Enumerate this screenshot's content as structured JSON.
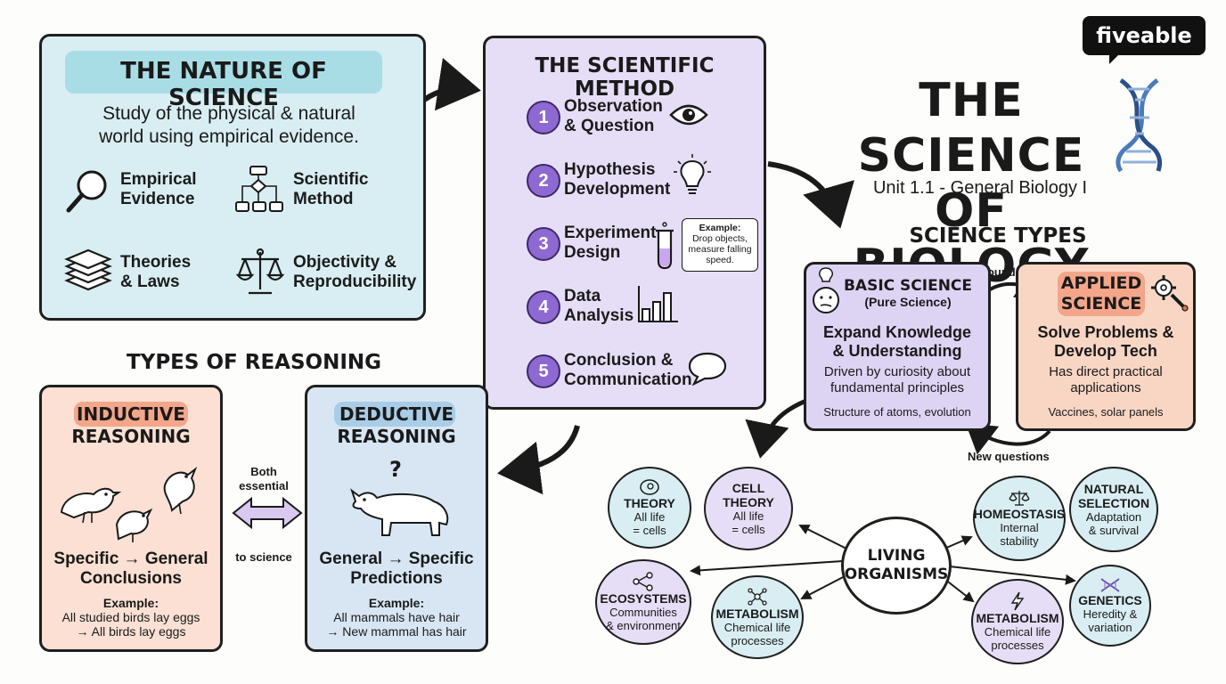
{
  "brand": {
    "logo_text": "fiveable"
  },
  "header": {
    "title_line1": "THE SCIENCE",
    "title_line2": "OF BIOLOGY",
    "subtitle": "Unit 1.1 - General Biology I"
  },
  "nature": {
    "title": "THE NATURE OF SCIENCE",
    "desc_line1": "Study of the physical & natural",
    "desc_line2": "world using empirical evidence.",
    "items": [
      {
        "l1": "Empirical",
        "l2": "Evidence",
        "icon": "magnifier-icon"
      },
      {
        "l1": "Scientific",
        "l2": "Method",
        "icon": "flowchart-icon"
      },
      {
        "l1": "Theories",
        "l2": "& Laws",
        "icon": "layers-icon"
      },
      {
        "l1": "Objectivity &",
        "l2": "Reproducibility",
        "icon": "scales-icon"
      }
    ]
  },
  "method": {
    "title": "THE SCIENTIFIC METHOD",
    "steps": [
      {
        "n": "1",
        "l1": "Observation",
        "l2": "& Question",
        "icon": "eye-icon"
      },
      {
        "n": "2",
        "l1": "Hypothesis",
        "l2": "Development",
        "icon": "lightbulb-icon"
      },
      {
        "n": "3",
        "l1": "Experiment",
        "l2": "Design",
        "icon": "test-tube-icon"
      },
      {
        "n": "4",
        "l1": "Data",
        "l2": "Analysis",
        "icon": "bar-chart-icon"
      },
      {
        "n": "5",
        "l1": "Conclusion &",
        "l2": "Communication",
        "icon": "speech-bubble-icon"
      }
    ],
    "example": {
      "label": "Example:",
      "l1": "Drop objects,",
      "l2": "measure falling",
      "l3": "speed."
    }
  },
  "reasoning": {
    "title": "TYPES OF REASONING",
    "inductive": {
      "t1": "INDUCTIVE",
      "t2": "REASONING",
      "m1": "Specific → General",
      "m2": "Conclusions",
      "ex_label": "Example:",
      "ex1": "All studied birds lay eggs",
      "ex2": "→ All birds lay eggs"
    },
    "deductive": {
      "t1": "DEDUCTIVE",
      "t2": "REASONING",
      "q": "?",
      "m1": "General → Specific",
      "m2": "Predictions",
      "ex_label": "Example:",
      "ex1": "All mammals have hair",
      "ex2": "→ New mammal has hair"
    },
    "both1": "Both",
    "both2": "essential",
    "both3": "to science"
  },
  "types": {
    "title": "SCIENCE TYPES",
    "basic": {
      "t1": "BASIC SCIENCE",
      "t2": "(Pure Science)",
      "h1": "Expand Knowledge",
      "h2": "& Understanding",
      "d1": "Driven by curiosity about",
      "d2": "fundamental principles",
      "ex": "Structure of atoms, evolution"
    },
    "applied": {
      "t1": "APPLIED",
      "t2": "SCIENCE",
      "h1": "Solve Problems &",
      "h2": "Develop Tech",
      "d1": "Has direct practical",
      "d2": "applications",
      "ex": "Vaccines, solar panels"
    },
    "foundation": "Foundation",
    "new_questions": "New questions"
  },
  "organisms": {
    "center1": "LIVING",
    "center2": "ORGANISMS",
    "bubbles": [
      {
        "t1": "THEORY",
        "t2": "",
        "s1": "All life",
        "s2": "= cells",
        "icon": "cell-icon"
      },
      {
        "t1": "CELL",
        "t2": "THEORY",
        "s1": "All life",
        "s2": "= cells",
        "icon": ""
      },
      {
        "t1": "ECOSYSTEMS",
        "t2": "",
        "s1": "Communities",
        "s2": "& environment",
        "icon": "network-icon"
      },
      {
        "t1": "METABOLISM",
        "t2": "",
        "s1": "Chemical life",
        "s2": "processes",
        "icon": "molecule-icon"
      },
      {
        "t1": "HOMEOSTASIS",
        "t2": "",
        "s1": "Internal",
        "s2": "stability",
        "icon": "scales-icon"
      },
      {
        "t1": "NATURAL",
        "t2": "SELECTION",
        "s1": "Adaptation",
        "s2": "& survival",
        "icon": ""
      },
      {
        "t1": "METABOLISM",
        "t2": "",
        "s1": "Chemical life",
        "s2": "processes",
        "icon": "lightning-icon"
      },
      {
        "t1": "GENETICS",
        "t2": "",
        "s1": "Heredity &",
        "s2": "variation",
        "icon": "dna-icon"
      }
    ]
  },
  "colors": {
    "blue_card": "#d8eef2",
    "purple_card": "#e6def6",
    "peach_card": "#fbe0d3",
    "basic_card": "#ddd4f4",
    "applied_card": "#f9d6c4",
    "accent_purple": "#8e69d2"
  }
}
